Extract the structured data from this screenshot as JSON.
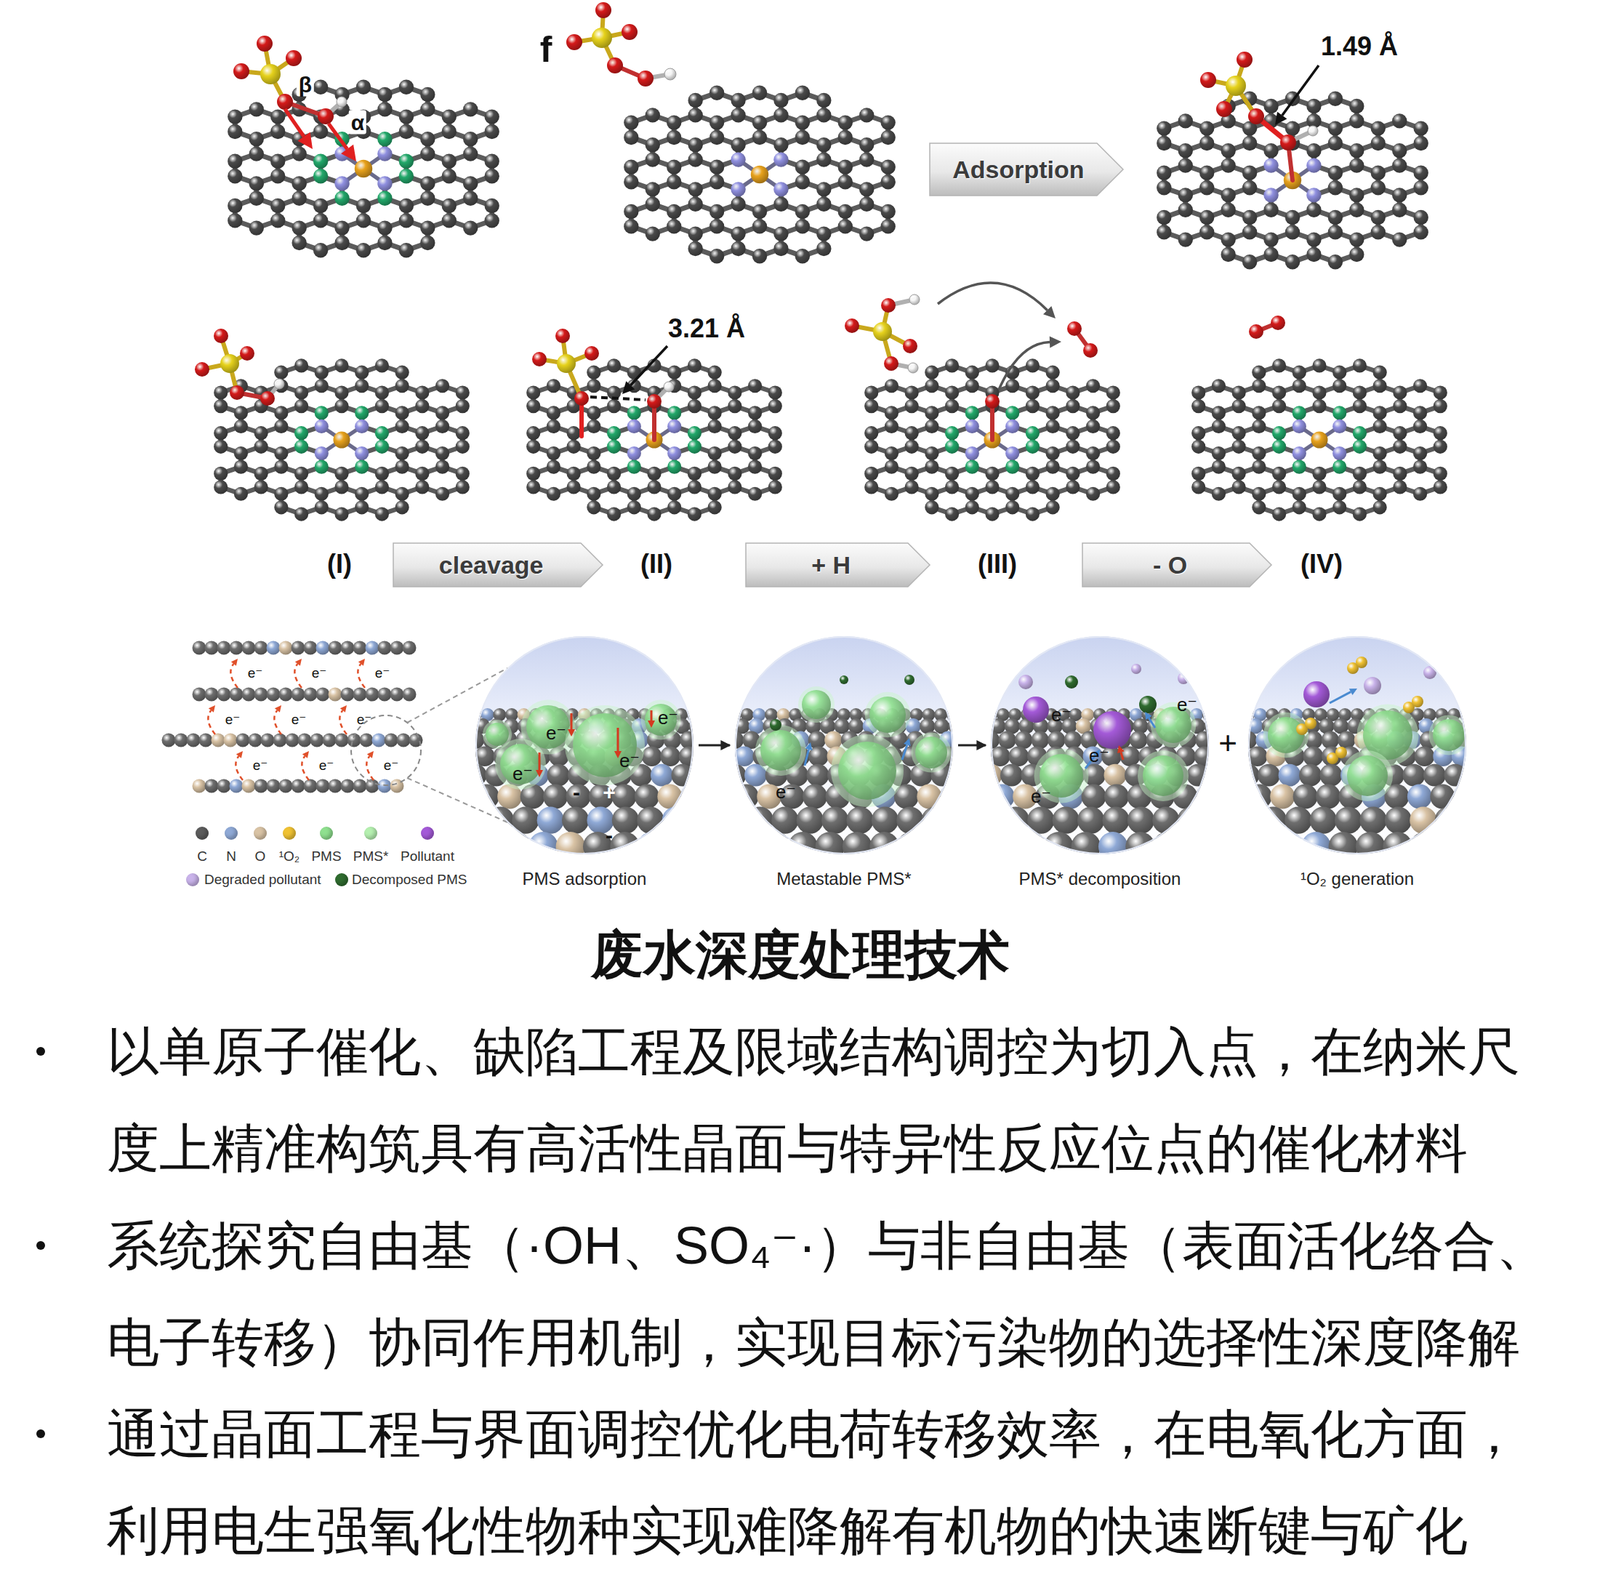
{
  "diagram": {
    "title": "废水深度处理技术",
    "nodes": [
      {
        "text": [
          "Adsorption"
        ]
      },
      {
        "text": [
          "cleavage"
        ]
      },
      {
        "text": [
          "+ H"
        ]
      },
      {
        "text": [
          "- O"
        ]
      },
      {
        "text": [
          "PMS adsorption"
        ]
      },
      {
        "text": [
          "Metastable PMS*"
        ]
      },
      {
        "text": [
          "PMS* decomposition"
        ]
      },
      {
        "text": [
          "¹O₂ generation"
        ]
      }
    ],
    "edges": [
      {
        "from": 4,
        "to": 5,
        "arrow": "to"
      },
      {
        "from": 5,
        "to": 6,
        "arrow": "to"
      }
    ],
    "labels": [
      "f",
      "β",
      "α",
      "1.49 Å",
      "3.21 Å",
      "(I)",
      "(II)",
      "(III)",
      "(IV)",
      "e⁻",
      "e⁻",
      "e⁻",
      "e⁻",
      "e⁻",
      "e⁻",
      "e⁻",
      "e⁻",
      "e⁻",
      "e⁻",
      "e⁻",
      "e⁻",
      "e⁻",
      "-",
      "+",
      "-",
      "e⁻",
      "e⁻",
      "e⁻",
      "e⁻",
      "e⁻",
      "+",
      "以单原子催化、缺陷工程及限域结构调控为切入点，在纳米尺度上精准构筑具有高活性晶面与特异性反应位点的催化材料",
      "系统探究自由基（·OH、SO₄⁻·）与非自由基（表面活化络合、电子转移）协同作用机制，实现目标污染物的选择性深度降解",
      "通过晶面工程与界面调控优化电荷转移效率，在电氧化方面，利用电生强氧化性物种实现难降解有机物的快速断键与矿化"
    ],
    "legend": [
      {
        "text": "C",
        "color": "#5c5c5c"
      },
      {
        "text": "N",
        "color": "#8fa9d6"
      },
      {
        "text": "O",
        "color": "#d9c3a5"
      },
      {
        "text": "¹O₂",
        "color": "#f0c233"
      },
      {
        "text": "PMS",
        "color": "#8fe08f"
      },
      {
        "text": "PMS*",
        "color": "#b5f0b0"
      },
      {
        "text": "Pollutant",
        "color": "#a45ad8"
      },
      {
        "text": "Degraded pollutant",
        "color": "#c9b3ea"
      },
      {
        "text": "Decomposed PMS",
        "color": "#2f6b2f"
      }
    ]
  }
}
